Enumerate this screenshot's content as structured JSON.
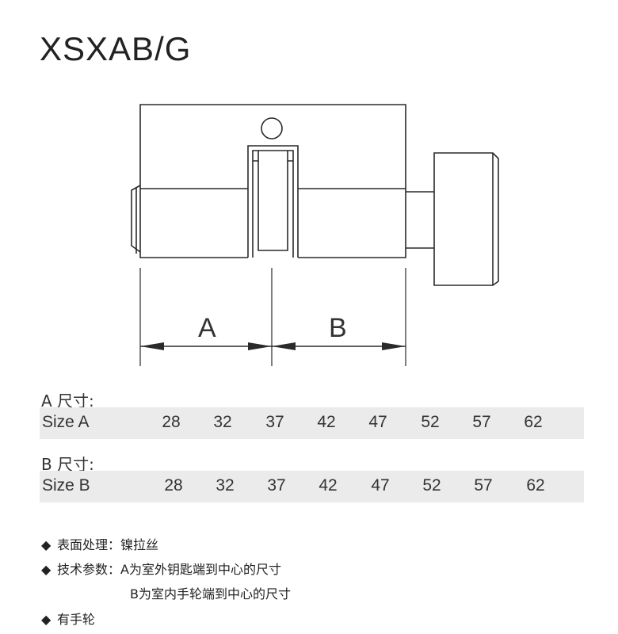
{
  "title": "XSXAB/G",
  "diagram": {
    "label_a": "A",
    "label_b": "B"
  },
  "size_a": {
    "heading": "A 尺寸:",
    "label": "Size A",
    "values": [
      "28",
      "32",
      "37",
      "42",
      "47",
      "52",
      "57",
      "62"
    ]
  },
  "size_b": {
    "heading": "B 尺寸:",
    "label": "Size B",
    "values": [
      "28",
      "32",
      "37",
      "42",
      "47",
      "52",
      "57",
      "62"
    ]
  },
  "notes": [
    {
      "bullet": "◆",
      "text": "表面处理：镍拉丝"
    },
    {
      "bullet": "◆",
      "text": "技术参数：A为室外钥匙端到中心的尺寸"
    },
    {
      "bullet": "",
      "text": "B为室内手轮端到中心的尺寸"
    },
    {
      "bullet": "◆",
      "text": "有手轮"
    }
  ]
}
